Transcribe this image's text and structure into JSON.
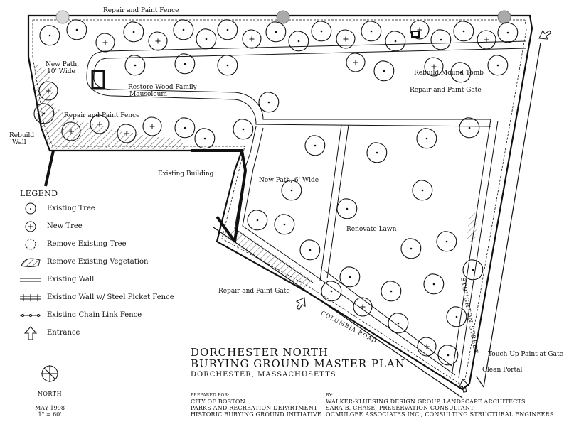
{
  "map": {
    "labels": {
      "repair_fence_top": "Repair and Paint Fence",
      "new_path_10": "New Path,",
      "new_path_10b": "10' Wide",
      "restore_mausoleum": "Restore Wood Family",
      "restore_mausoleum_b": "Mausoleum",
      "repair_fence_left": "Repair and Paint Fence",
      "rebuild_wall": "Rebuild",
      "rebuild_wall_b": "Wall",
      "rebuild_mound_tomb": "Rebuild Mound Tomb",
      "repair_gate_right": "Repair and Paint Gate",
      "existing_building": "Existing Building",
      "new_path_6": "New Path, 6' Wide",
      "renovate_lawn": "Renovate Lawn",
      "stoughton_street": "STOUGHTON STREET",
      "columbia_road": "COLUMBIA ROAD",
      "repair_gate_bottom": "Repair and Paint Gate",
      "touch_up_gate": "Touch Up Paint at Gate",
      "clean_portal": "Clean Portal"
    },
    "legend": {
      "title": "LEGEND",
      "items": [
        {
          "label": "Existing Tree",
          "icon": "existing-tree-symbol"
        },
        {
          "label": "New Tree",
          "icon": "new-tree-symbol"
        },
        {
          "label": "Remove Existing Tree",
          "icon": "remove-tree-symbol"
        },
        {
          "label": "Remove Existing Vegetation",
          "icon": "remove-vegetation-symbol"
        },
        {
          "label": "Existing Wall",
          "icon": "existing-wall-symbol"
        },
        {
          "label": "Existing Wall w/ Steel Picket Fence",
          "icon": "wall-picket-fence-symbol"
        },
        {
          "label": "Existing Chain Link Fence",
          "icon": "chain-link-fence-symbol"
        },
        {
          "label": "Entrance",
          "icon": "entrance-arrow-symbol"
        }
      ]
    },
    "title": {
      "line1": "DORCHESTER NORTH",
      "line2": "BURYING GROUND MASTER PLAN",
      "location": "DORCHESTER, MASSACHUSETTS"
    },
    "credits": {
      "prepared_for_label": "PREPARED FOR:",
      "client_1": "CITY OF BOSTON",
      "client_2": "PARKS AND RECREATION DEPARTMENT",
      "client_3": "HISTORIC BURYING GROUND INITIATIVE",
      "by_label": "BY:",
      "consultant_1": "WALKER-KLUESING DESIGN GROUP, LANDSCAPE ARCHITECTS",
      "consultant_2": "SARA B. CHASE, PRESERVATION CONSULTANT",
      "consultant_3": "OCMULGEE ASSOCIATES INC., CONSULTING STRUCTURAL ENGINEERS"
    },
    "north_label": "NORTH",
    "date": "MAY 1998",
    "scale": "1\" = 60'"
  }
}
